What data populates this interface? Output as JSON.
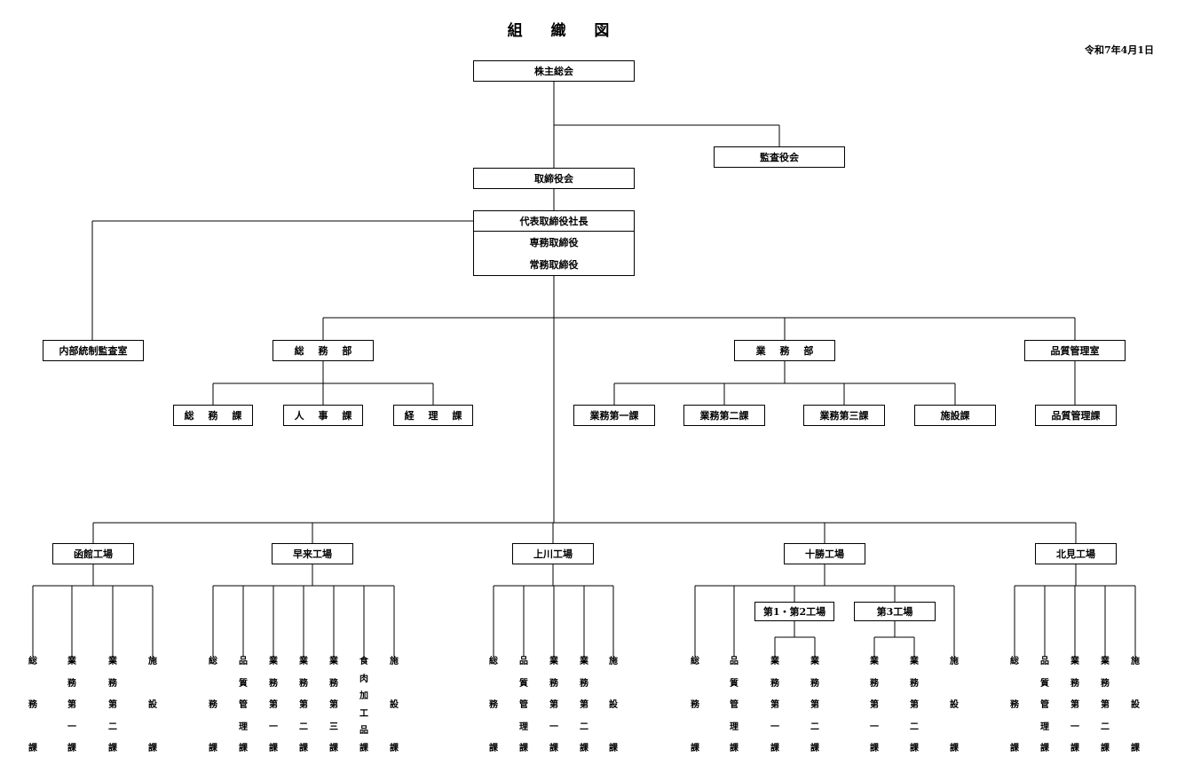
{
  "title": "組 織 図",
  "date": "令和7年4月1日",
  "top": {
    "shareholders": "株主総会",
    "auditors": "監査役会",
    "board": "取締役会",
    "president": "代表取締役社長",
    "senior_md": "専務取締役",
    "md": "常務取締役"
  },
  "audit_office": "内部統制監査室",
  "divisions": {
    "general": {
      "label": "総 務 部",
      "sections": [
        "総 務 課",
        "人 事 課",
        "経 理 課"
      ]
    },
    "business": {
      "label": "業 務 部",
      "sections": [
        "業務第一課",
        "業務第二課",
        "業務第三課",
        "施設課"
      ]
    },
    "quality": {
      "label": "品質管理室",
      "sections": [
        "品質管理課"
      ]
    }
  },
  "factories": {
    "hakodate": {
      "label": "函館工場",
      "sections": [
        "総務課",
        "業務第一課",
        "業務第二課",
        "施設課"
      ]
    },
    "hayakita": {
      "label": "早来工場",
      "sections": [
        "総務課",
        "品質管理課",
        "業務第一課",
        "業務第二課",
        "業務第三課",
        "食肉加工品課",
        "施設課"
      ]
    },
    "kamikawa": {
      "label": "上川工場",
      "sections": [
        "総務課",
        "品質管理課",
        "業務第一課",
        "業務第二課",
        "施設課"
      ]
    },
    "tokachi": {
      "label": "十勝工場",
      "plant12": "第1・第2工場",
      "plant3": "第3工場",
      "sections": [
        "総務課",
        "品質管理課",
        "業務第一課",
        "業務第二課",
        "業務第一課",
        "業務第二課",
        "施設課"
      ]
    },
    "kitami": {
      "label": "北見工場",
      "sections": [
        "総務課",
        "品質管理課",
        "業務第一課",
        "業務第二課",
        "施設課"
      ]
    }
  }
}
